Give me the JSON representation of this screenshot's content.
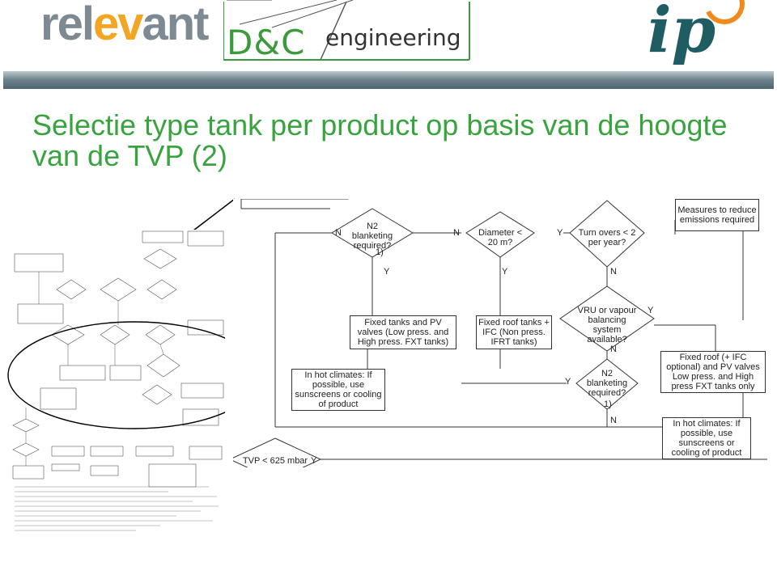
{
  "header": {
    "logo_relevant": {
      "part1": "rel",
      "part2": "ev",
      "part3": "ant"
    },
    "logo_dc": {
      "left": "D&C",
      "right": "engineering"
    },
    "logo_ip": "ip"
  },
  "slide": {
    "title_line1": "Selectie type tank per product op basis van de hoogte",
    "title_line2": "van de TVP (2)"
  },
  "flow": {
    "measures": "Measures to reduce emissions required",
    "n2_blanket_1": "N2 blanketing required?",
    "diameter": "Diameter < 20 m?",
    "turn_overs": "Turn overs < 2 per year?",
    "fixed_tanks_pv": "Fixed tanks and PV valves (Low press. and High press. FXT tanks)",
    "fixed_roof_ifc": "Fixed roof tanks + IFC (Non press. IFRT tanks)",
    "vru": "VRU or vapour balancing system available?",
    "hot_climates_1": "In hot climates: If possible, use sunscreens or cooling of product",
    "n2_blanket_2": "N2 blanketing required?",
    "fixed_roof_optional": "Fixed roof (+ IFC optional) and PV valves Low press. and High press FXT tanks only",
    "hot_climates_2": "In hot climates: If possible, use sunscreens or cooling of product",
    "tvp": "TVP < 625 mbar",
    "y": "Y",
    "n": "N",
    "note": "1)"
  }
}
